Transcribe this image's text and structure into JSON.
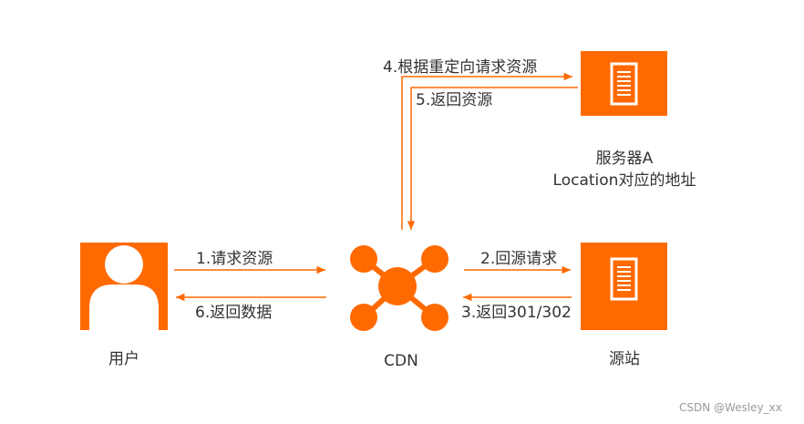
{
  "nodes": {
    "user": "用户",
    "cdn": "CDN",
    "origin": "源站",
    "server_a_line1": "服务器A",
    "server_a_line2": "Location对应的地址"
  },
  "edges": {
    "step1": "1.请求资源",
    "step2": "2.回源请求",
    "step3": "3.返回301/302",
    "step4": "4.根据重定向请求资源",
    "step5": "5.返回资源",
    "step6": "6.返回数据"
  },
  "watermark": "CSDN @Wesley_xx",
  "colors": {
    "accent": "#ff6a00",
    "text": "#333333"
  },
  "icons": [
    "user-icon",
    "cdn-icon",
    "server-icon"
  ]
}
